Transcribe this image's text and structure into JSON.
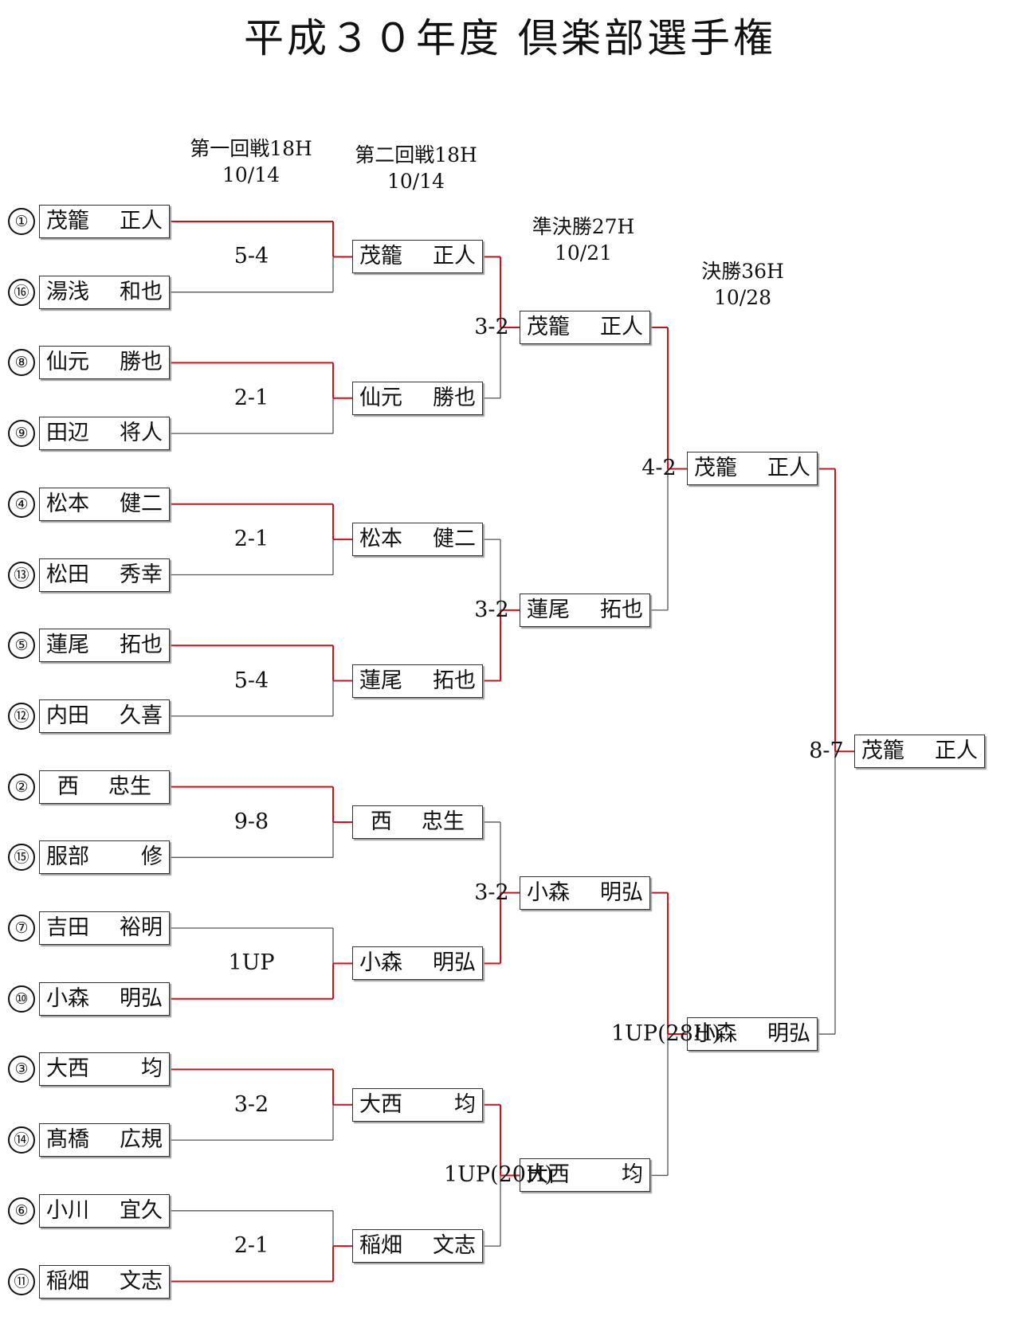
{
  "title": "平成３０年度 倶楽部選手権",
  "colors": {
    "winner_line": "#c8141e",
    "loser_line": "#555555"
  },
  "rounds": [
    {
      "name": "第一回戦18H",
      "date": "10/14"
    },
    {
      "name": "第二回戦18H",
      "date": "10/14"
    },
    {
      "name": "準決勝27H",
      "date": "10/21"
    },
    {
      "name": "決勝36H",
      "date": "10/28"
    }
  ],
  "round1": [
    {
      "seed": "①",
      "family": "茂籠",
      "given": "正人"
    },
    {
      "seed": "⑯",
      "family": "湯浅",
      "given": "和也"
    },
    {
      "seed": "⑧",
      "family": "仙元",
      "given": "勝也"
    },
    {
      "seed": "⑨",
      "family": "田辺",
      "given": "将人"
    },
    {
      "seed": "④",
      "family": "松本",
      "given": "健二"
    },
    {
      "seed": "⑬",
      "family": "松田",
      "given": "秀幸"
    },
    {
      "seed": "⑤",
      "family": "蓮尾",
      "given": "拓也"
    },
    {
      "seed": "⑫",
      "family": "内田",
      "given": "久喜"
    },
    {
      "seed": "②",
      "family": "西",
      "given": "忠生"
    },
    {
      "seed": "⑮",
      "family": "服部",
      "given": "修"
    },
    {
      "seed": "⑦",
      "family": "吉田",
      "given": "裕明"
    },
    {
      "seed": "⑩",
      "family": "小森",
      "given": "明弘"
    },
    {
      "seed": "③",
      "family": "大西",
      "given": "均"
    },
    {
      "seed": "⑭",
      "family": "髙橋",
      "given": "広規"
    },
    {
      "seed": "⑥",
      "family": "小川",
      "given": "宜久"
    },
    {
      "seed": "⑪",
      "family": "稲畑",
      "given": "文志"
    }
  ],
  "round2": [
    {
      "family": "茂籠",
      "given": "正人"
    },
    {
      "family": "仙元",
      "given": "勝也"
    },
    {
      "family": "松本",
      "given": "健二"
    },
    {
      "family": "蓮尾",
      "given": "拓也"
    },
    {
      "family": "西",
      "given": "忠生"
    },
    {
      "family": "小森",
      "given": "明弘"
    },
    {
      "family": "大西",
      "given": "均"
    },
    {
      "family": "稲畑",
      "given": "文志"
    }
  ],
  "semifinal": [
    {
      "family": "茂籠",
      "given": "正人"
    },
    {
      "family": "蓮尾",
      "given": "拓也"
    },
    {
      "family": "小森",
      "given": "明弘"
    },
    {
      "family": "大西",
      "given": "均"
    }
  ],
  "final": [
    {
      "family": "茂籠",
      "given": "正人"
    },
    {
      "family": "小森",
      "given": "明弘"
    }
  ],
  "champion": {
    "family": "茂籠",
    "given": "正人"
  },
  "scores": {
    "round1": [
      "5-4",
      "2-1",
      "2-1",
      "5-4",
      "9-8",
      "1UP",
      "3-2",
      "2-1"
    ],
    "round2": [
      "3-2",
      "3-2",
      "3-2",
      "1UP(20H)"
    ],
    "semifinal": [
      "4-2",
      "1UP(28H)"
    ],
    "final": [
      "8-7"
    ]
  },
  "winners": {
    "round1": [
      0,
      0,
      0,
      0,
      0,
      1,
      0,
      1
    ],
    "round2": [
      0,
      1,
      1,
      0
    ],
    "semifinal": [
      0,
      0
    ],
    "final": [
      0
    ]
  }
}
